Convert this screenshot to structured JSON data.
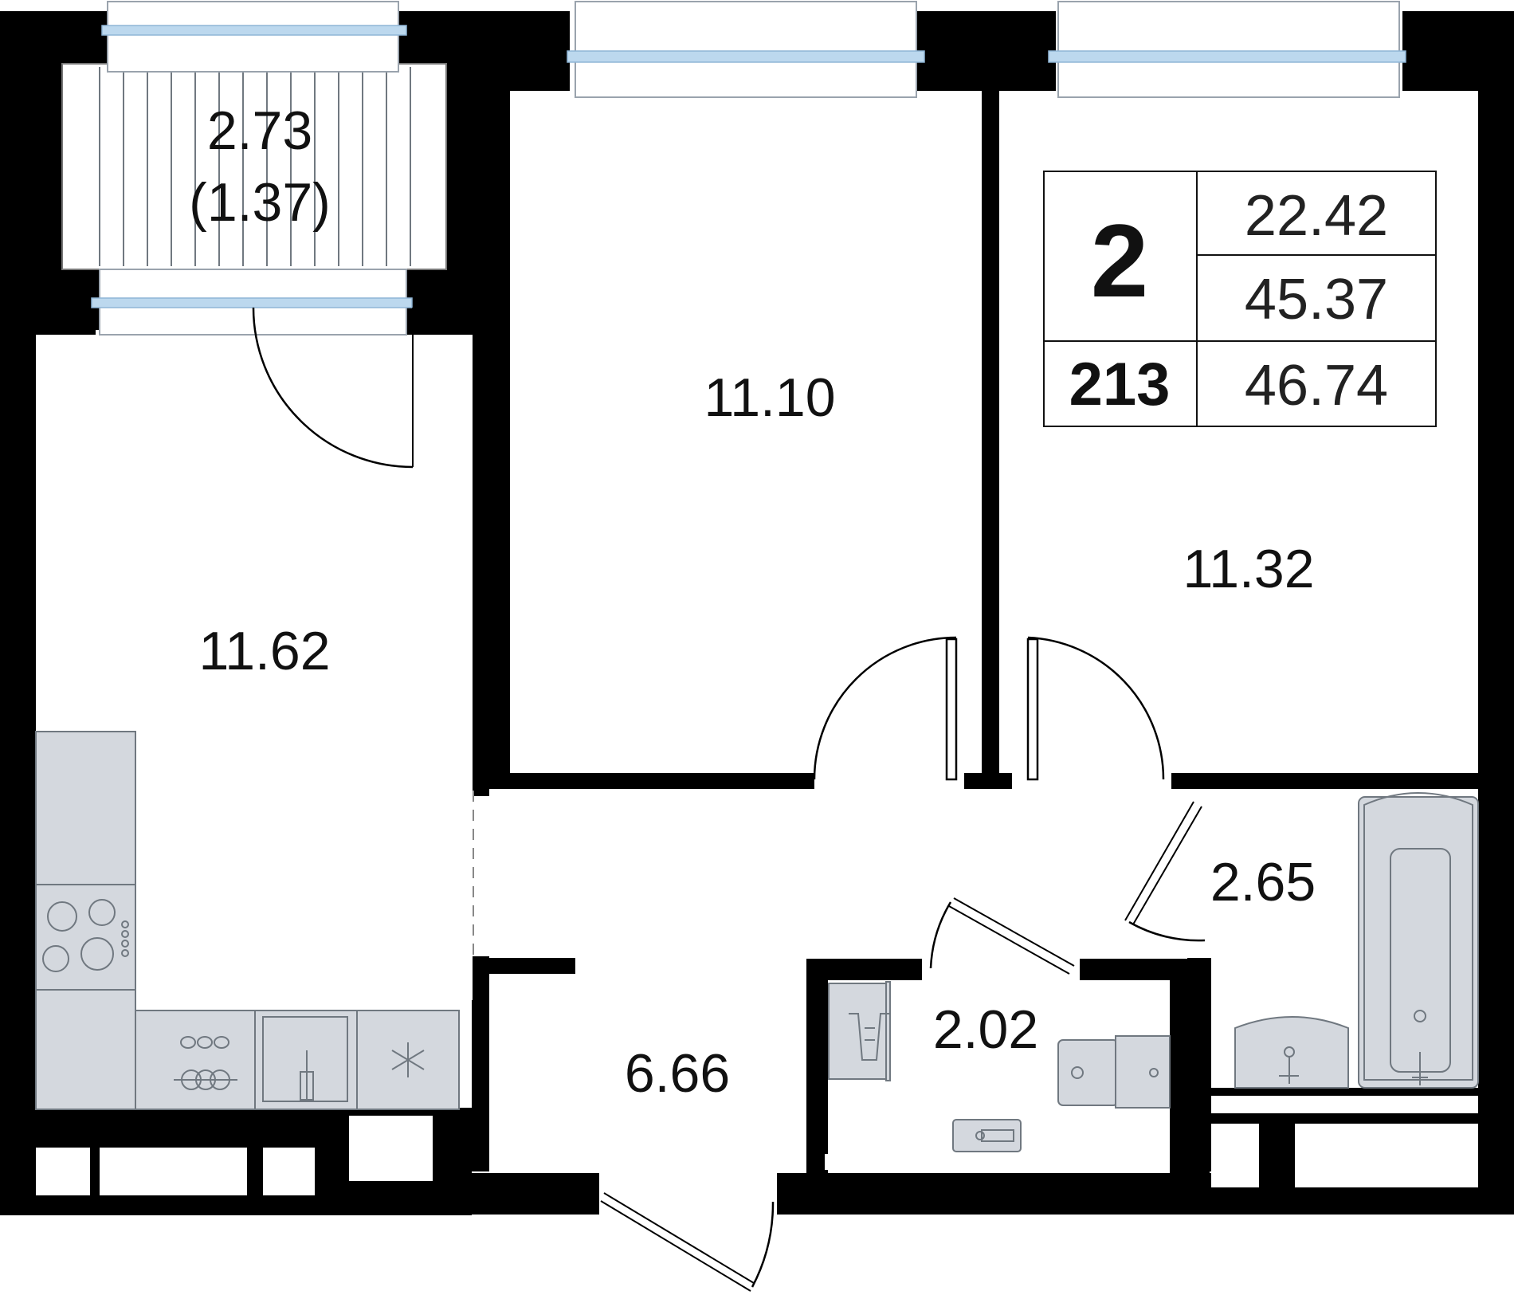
{
  "plan": {
    "rooms": [
      {
        "id": "balcony",
        "area": "2.73",
        "area_coefficient": "(1.37)"
      },
      {
        "id": "bedroom_1",
        "area": "11.10"
      },
      {
        "id": "bedroom_2",
        "area": "11.32"
      },
      {
        "id": "kitchen_living",
        "area": "11.62"
      },
      {
        "id": "hallway",
        "area": "6.66"
      },
      {
        "id": "toilet",
        "area": "2.02"
      },
      {
        "id": "bathroom",
        "area": "2.65"
      }
    ],
    "info_box": {
      "rooms_count": "2",
      "living_area": "22.42",
      "total_area": "45.37",
      "apartment_number": "213",
      "total_area_with_balcony": "46.74"
    },
    "colors": {
      "walls": "#000000",
      "window_glass": "#bcd8ee",
      "fixtures": "#d4d8de"
    },
    "icons": [
      "stove-icon",
      "sink-icon",
      "fridge-icon",
      "washing-machine-icon",
      "toilet-icon",
      "bathtub-icon",
      "washbasin-icon"
    ]
  }
}
